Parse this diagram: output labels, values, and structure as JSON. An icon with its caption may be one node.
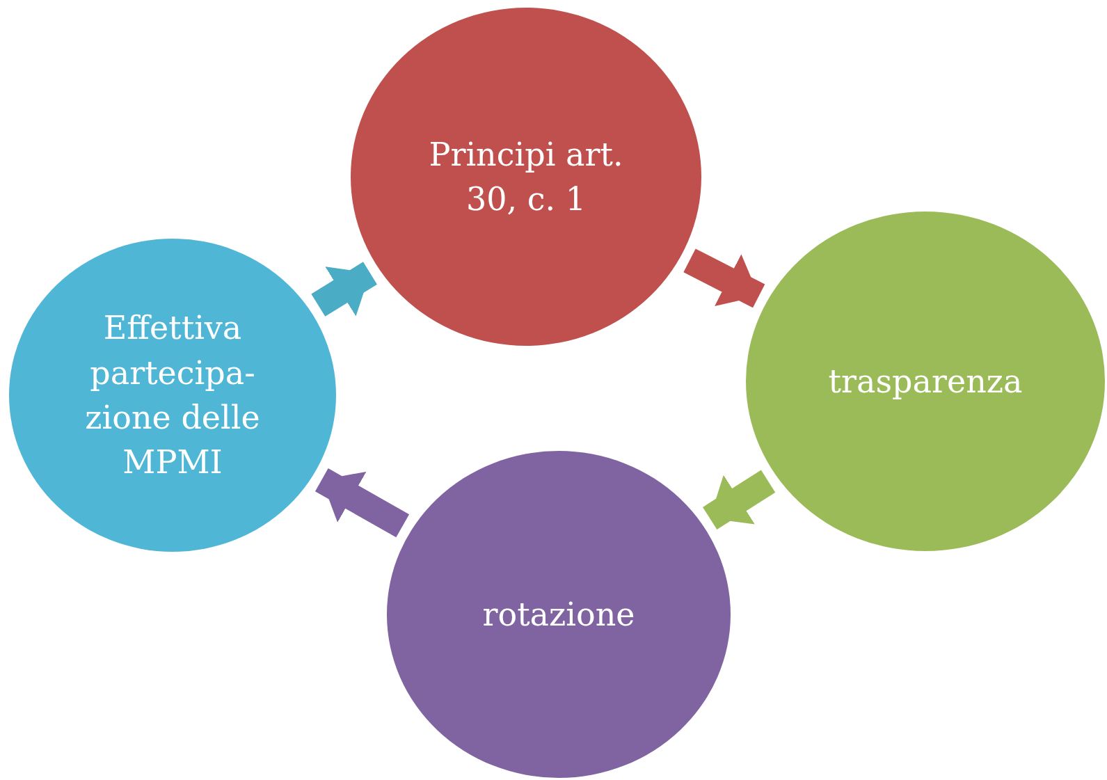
{
  "diagram": {
    "nodes": [
      {
        "text": [
          "Principi art. 30, c. 1"
        ]
      },
      {
        "text": [
          "trasparenza"
        ]
      },
      {
        "text": [
          "rotazione"
        ]
      },
      {
        "text": [
          "Effettiva partecipa- zione delle MPMI"
        ]
      }
    ],
    "edges": [
      {
        "from": 0,
        "to": 1,
        "arrow": "to",
        "color": "#c0504d"
      },
      {
        "from": 1,
        "to": 2,
        "arrow": "to",
        "color": "#9bbb59"
      },
      {
        "from": 2,
        "to": 3,
        "arrow": "to",
        "color": "#8064a2"
      },
      {
        "from": 3,
        "to": 0,
        "arrow": "to",
        "color": "#4bacc6"
      }
    ]
  }
}
